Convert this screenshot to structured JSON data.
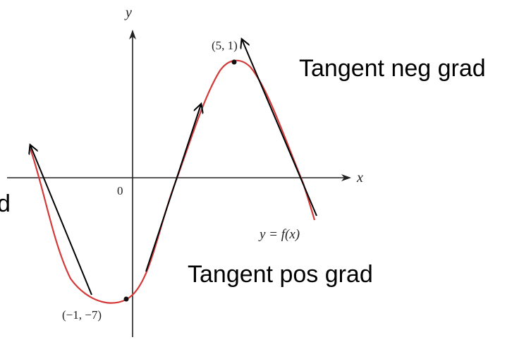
{
  "axes": {
    "x_label": "x",
    "y_label": "y",
    "origin_label": "0"
  },
  "points": {
    "max_label": "(5, 1)",
    "min_label": "(−1, −7)"
  },
  "function_label": "y = f(x)",
  "annotations": {
    "neg_right": "Tangent neg grad",
    "pos": "Tangent pos grad",
    "left_fragment": "d"
  },
  "colors": {
    "curve": "#d43a3a",
    "axis": "#222222",
    "tangent": "#000000"
  }
}
